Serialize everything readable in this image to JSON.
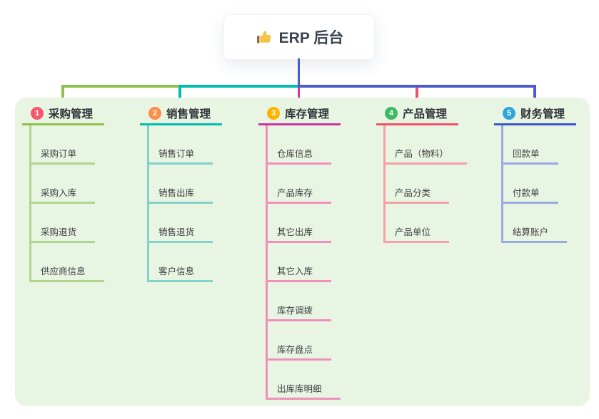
{
  "root": {
    "icon": "thumbs-up-icon",
    "label": "ERP 后台"
  },
  "branches": [
    {
      "num": "1",
      "label": "采购管理",
      "badge_color": "#f4566d",
      "line_color": "#8ec04e",
      "child_line_color": "#afd58d",
      "children": [
        "采购订单",
        "采购入库",
        "采购退货",
        "供应商信息"
      ]
    },
    {
      "num": "2",
      "label": "销售管理",
      "badge_color": "#ff8c4a",
      "line_color": "#00bcb2",
      "child_line_color": "#82d2c9",
      "children": [
        "销售订单",
        "销售出库",
        "销售退货",
        "客户信息"
      ]
    },
    {
      "num": "3",
      "label": "库存管理",
      "badge_color": "#ffb300",
      "line_color": "#cb34a4",
      "child_line_color": "#f08ebc",
      "children": [
        "仓库信息",
        "产品库存",
        "其它出库",
        "其它入库",
        "库存调拨",
        "库存盘点",
        "出库库明细"
      ]
    },
    {
      "num": "4",
      "label": "产品管理",
      "badge_color": "#3cb961",
      "line_color": "#f4506b",
      "child_line_color": "#f5a0a4",
      "children": [
        "产品（物料）",
        "产品分类",
        "产品单位"
      ]
    },
    {
      "num": "5",
      "label": "财务管理",
      "badge_color": "#2fa7dc",
      "line_color": "#3c55cc",
      "child_line_color": "#9aabe4",
      "children": [
        "回款单",
        "付款单",
        "结算账户"
      ]
    }
  ],
  "colors": {
    "trunk": "#4a5ad0",
    "segment_left": "#8ec04e",
    "segment_mid": "#00bcb2",
    "segment_right": "#4a5ad0",
    "drops": [
      "#8ec04e",
      "#00bcb2",
      "#d6399f",
      "#f4506b",
      "#4a5ad0"
    ],
    "panel_bg": "#e9f5e3"
  }
}
